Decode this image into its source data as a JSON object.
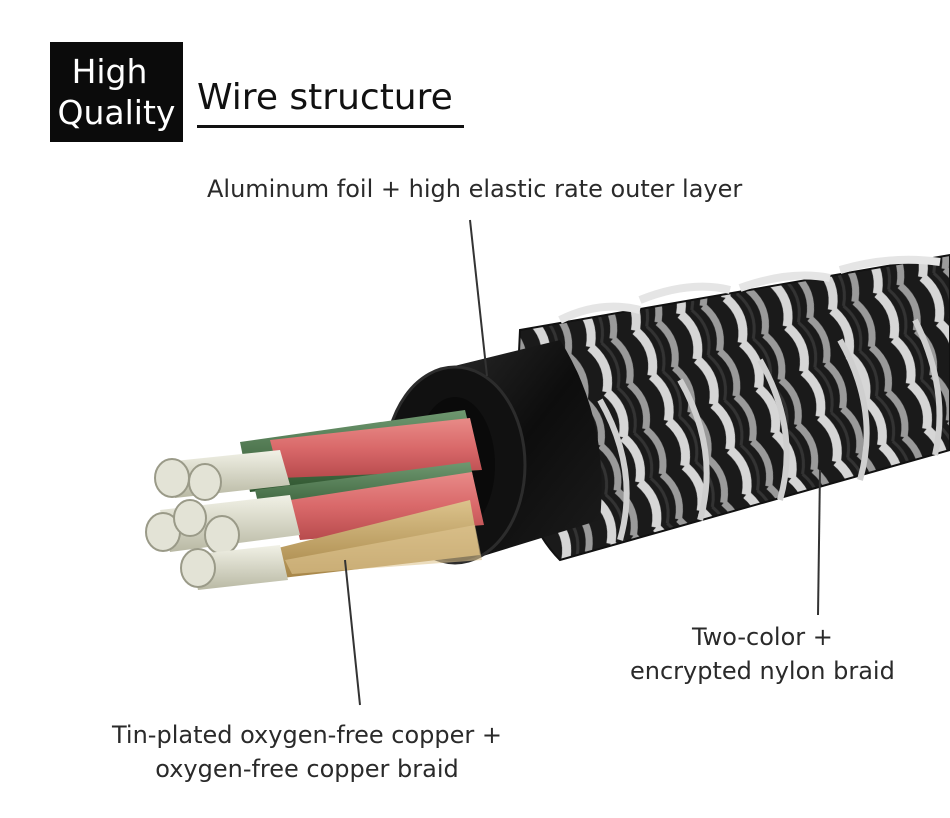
{
  "badge": {
    "line1": "High",
    "line2": "Quality"
  },
  "title": "Wire structure",
  "callouts": {
    "outer_layer": "Aluminum foil + high elastic rate outer layer",
    "braid_line1": "Two-color +",
    "braid_line2": "encrypted nylon braid",
    "copper_line1": "Tin-plated oxygen-free copper +",
    "copper_line2": "oxygen-free copper braid"
  },
  "colors": {
    "badge_bg": "#0b0b0b",
    "jacket": "#141414",
    "braid_light": "#cfcfcf",
    "red_strand": "#d9696a",
    "green_strand": "#3f6b3f",
    "copper_strand": "#c2a56b",
    "tin_strand": "#d8d8c8"
  }
}
